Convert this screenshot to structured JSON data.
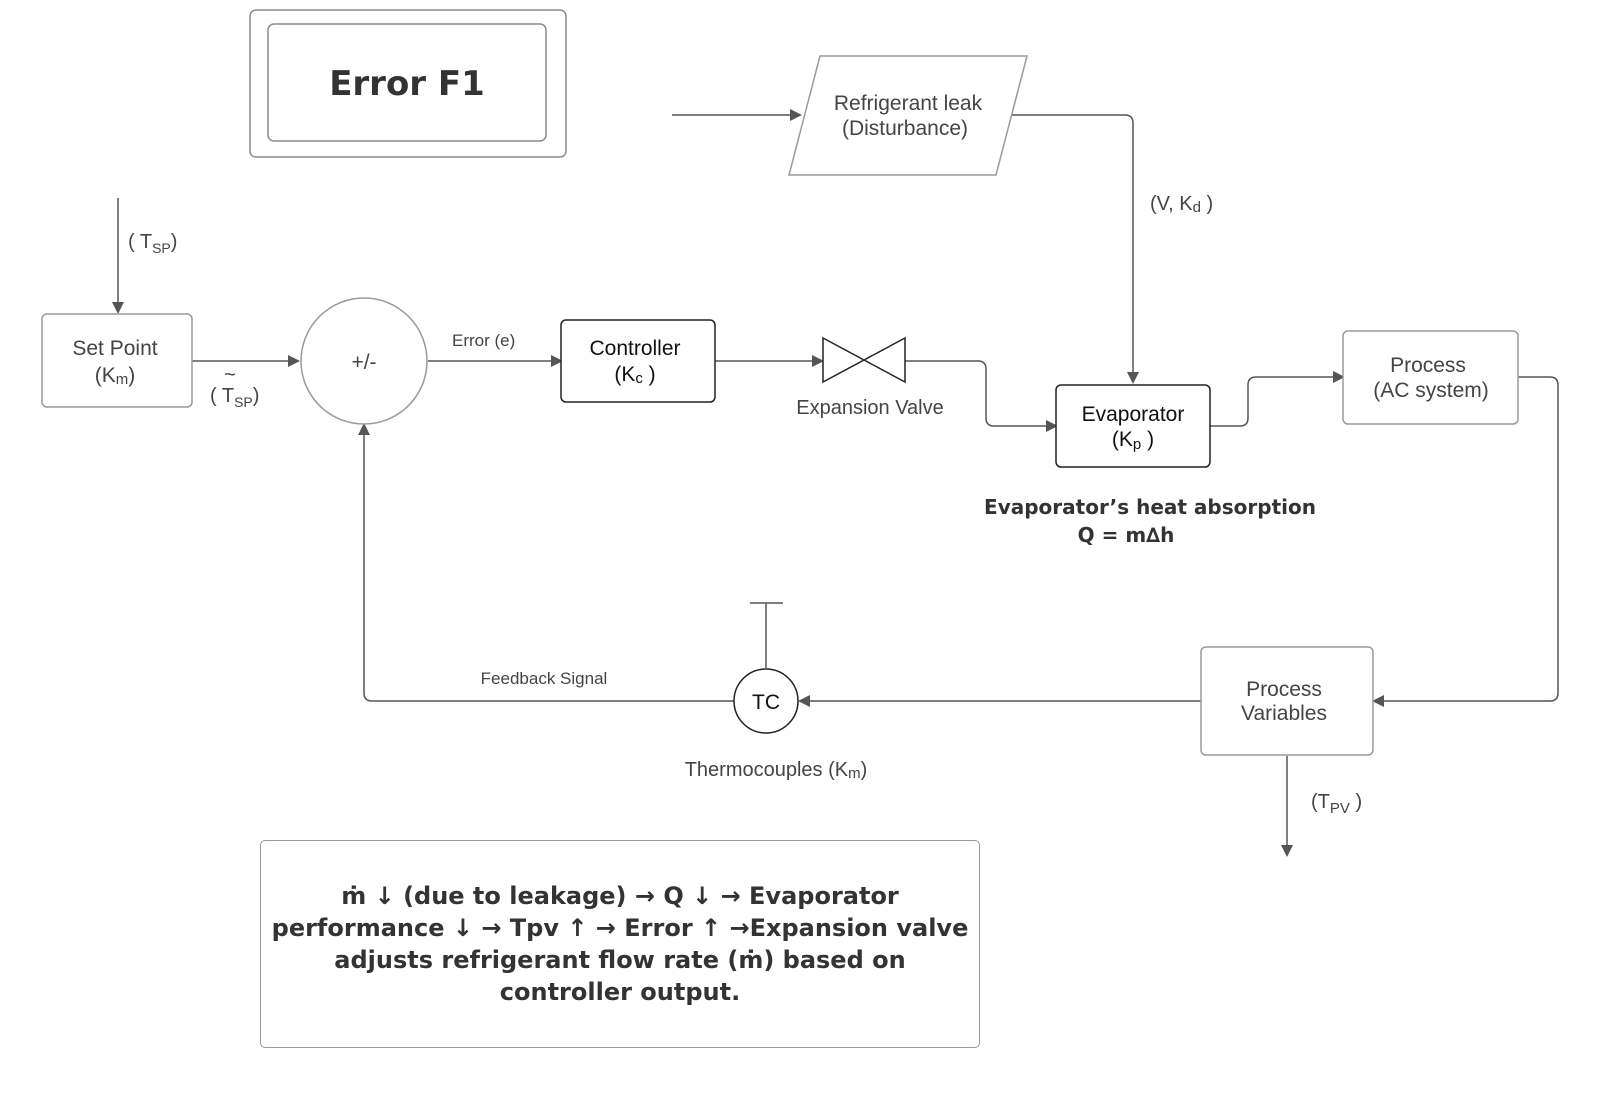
{
  "title": "Error F1",
  "nodes": {
    "set_point": {
      "line1": "Set Point",
      "line2": "(K",
      "sub": "m",
      "close": ")"
    },
    "summing": {
      "label": "+/-"
    },
    "controller": {
      "line1": "Controller",
      "line2": "(K",
      "sub": "c",
      "close": " )"
    },
    "expansion_valve": {
      "label": "Expansion Valve"
    },
    "disturbance": {
      "line1": "Refrigerant leak",
      "line2": "(Disturbance)"
    },
    "evaporator": {
      "line1": "Evaporator",
      "line2": "(K",
      "sub": "p",
      "close": " )"
    },
    "process": {
      "line1": "Process",
      "line2": "(AC system)"
    },
    "process_variables": {
      "line1": "Process",
      "line2": "Variables"
    },
    "tc": {
      "label": "TC"
    },
    "thermocouples": {
      "text": "Thermocouples (K",
      "sub": "m",
      "close": ")"
    }
  },
  "signals": {
    "t_sp": {
      "open": "( T",
      "sub": "SP",
      "close": ")"
    },
    "t_sp_tilde": {
      "open": "( T",
      "tilde": "~",
      "sub": "SP",
      "close": ")"
    },
    "error": "Error (e)",
    "v_kd": {
      "open": "(V, K",
      "sub": "d",
      "close": " )"
    },
    "feedback": "Feedback Signal",
    "t_pv": {
      "open": "(T",
      "sub": "PV",
      "close": " )"
    }
  },
  "heat_absorption": {
    "line1": "Evaporator’s heat absorption",
    "line2": "Q = m∆h"
  },
  "note": "ṁ ↓ (due to leakage) → Q ↓ → Evaporator performance ↓ → Tpv ↑ → Error ↑ →Expansion valve adjusts refrigerant flow rate (ṁ) based on controller output.",
  "colors": {
    "line": "#555555",
    "box_border": "#9a9a9a",
    "dark_border": "#222222"
  }
}
